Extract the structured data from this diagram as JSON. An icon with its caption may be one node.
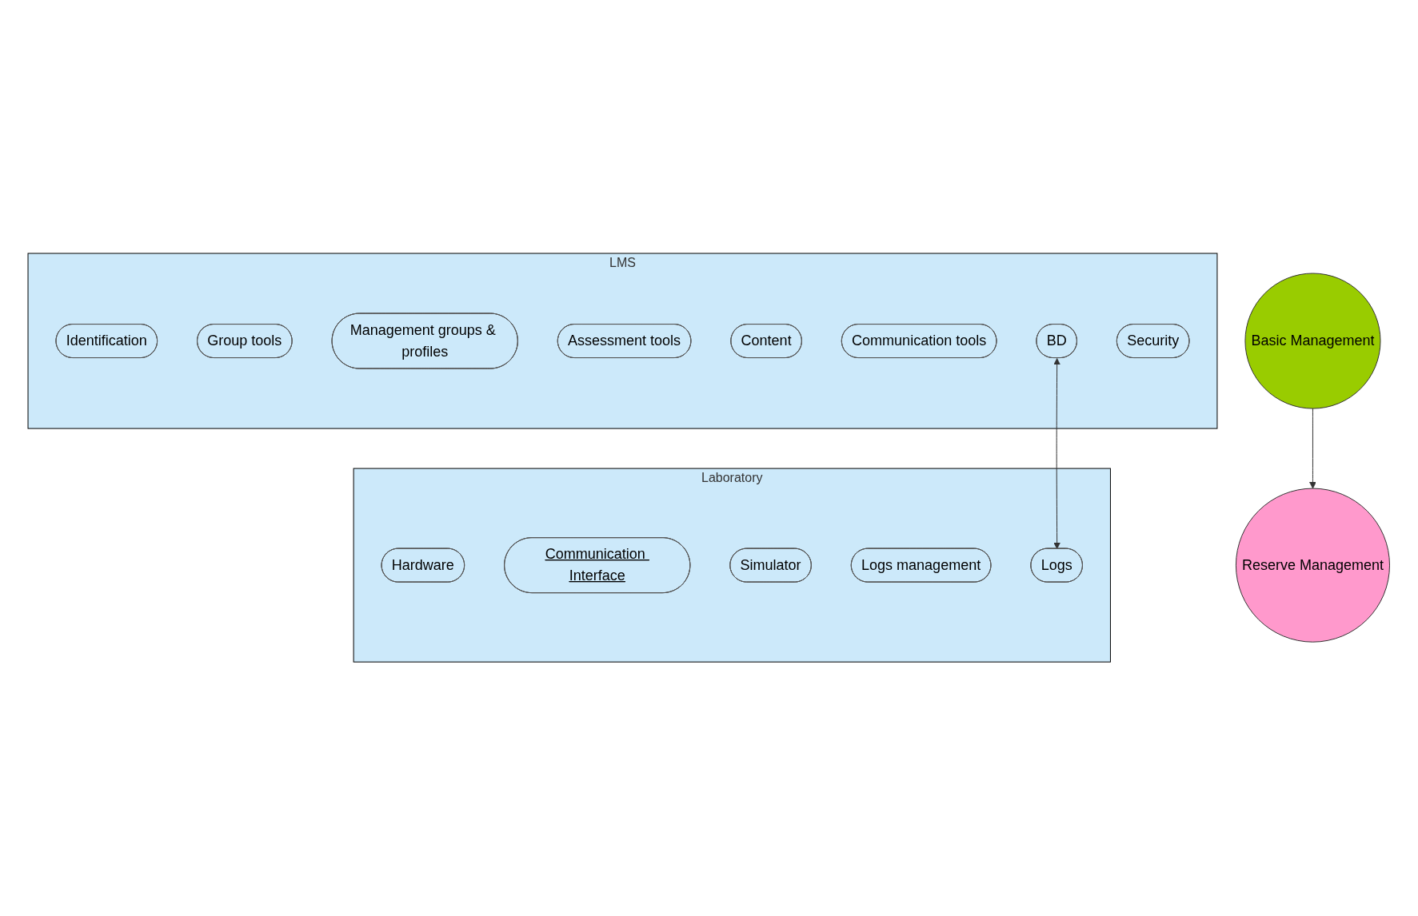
{
  "diagram": {
    "nodes": [
      {
        "text": [
          "LMS"
        ]
      },
      {
        "text": [
          "Identification"
        ],
        "in": 0
      },
      {
        "text": [
          "Group tools"
        ],
        "in": 0
      },
      {
        "text": [
          "Management groups & profiles"
        ],
        "in": 0
      },
      {
        "text": [
          "Assessment tools"
        ],
        "in": 0
      },
      {
        "text": [
          "Content"
        ],
        "in": 0
      },
      {
        "text": [
          "Communication tools"
        ],
        "in": 0
      },
      {
        "text": [
          "BD"
        ],
        "in": 0
      },
      {
        "text": [
          "Security"
        ],
        "in": 0
      },
      {
        "text": [
          "Basic Management"
        ]
      },
      {
        "text": [
          "Reserve Management"
        ]
      },
      {
        "text": [
          "Laboratory"
        ]
      },
      {
        "text": [
          "Hardware"
        ],
        "in": 11
      },
      {
        "text": [
          "Communication Interface"
        ],
        "in": 11
      },
      {
        "text": [
          "Simulator"
        ],
        "in": 11
      },
      {
        "text": [
          "Logs management"
        ],
        "in": 11
      },
      {
        "text": [
          "Logs"
        ],
        "in": 11
      }
    ],
    "edges": [
      {
        "from": 9,
        "to": 10,
        "arrow": "to"
      },
      {
        "from": 7,
        "to": 16,
        "arrow": "both"
      }
    ]
  }
}
